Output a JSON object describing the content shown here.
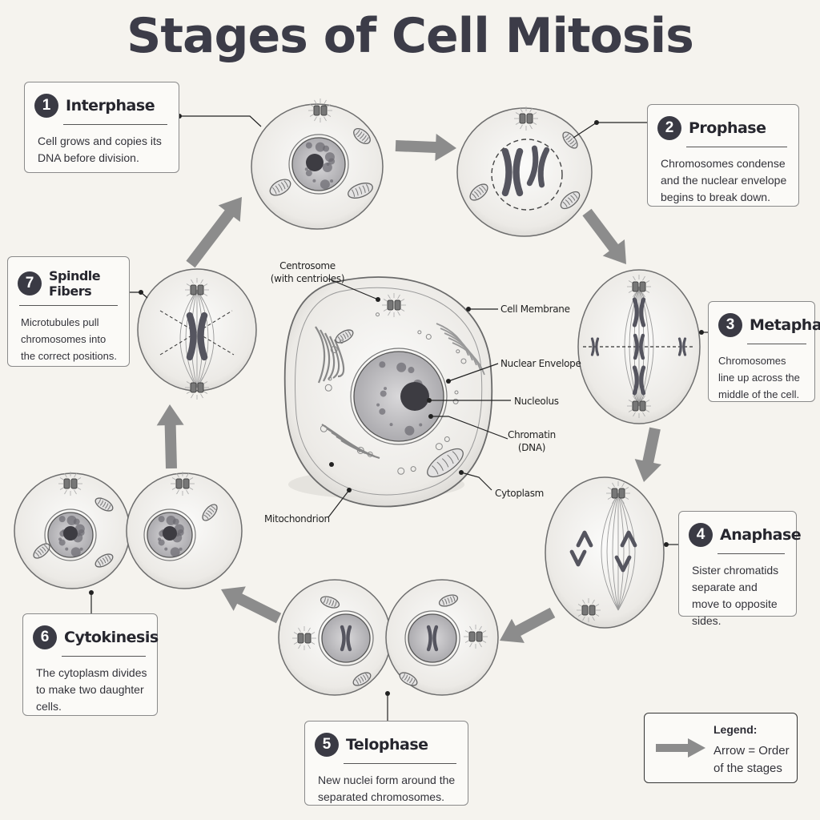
{
  "title": "Stages of Cell Mitosis",
  "stages": [
    {
      "number": "1",
      "name": "Interphase",
      "description": "Cell grows and copies its DNA before division."
    },
    {
      "number": "2",
      "name": "Prophase",
      "description": "Chromosomes condense and the nuclear envelope begins to break down."
    },
    {
      "number": "3",
      "name": "Metaphase",
      "description": "Chromosomes line up across the middle of the cell."
    },
    {
      "number": "4",
      "name": "Anaphase",
      "description": "Sister chromatids separate and move to opposite sides."
    },
    {
      "number": "5",
      "name": "Telophase",
      "description": "New nuclei form around the separated chromosomes."
    },
    {
      "number": "6",
      "name": "Cytokinesis",
      "description": "The cytoplasm divides to make two daughter cells."
    },
    {
      "number": "7",
      "name": "Spindle Fibers",
      "description": "Microtubules pull chromosomes into the correct positions."
    }
  ],
  "cell_labels": {
    "centrosome": "Centrosome\n(with centrioles)",
    "cell_membrane": "Cell Membrane",
    "nuclear_envelope": "Nuclear Envelope",
    "nucleolus": "Nucleolus",
    "chromatin": "Chromatin\n(DNA)",
    "cytoplasm": "Cytoplasm",
    "mitochondrion": "Mitochondrion"
  },
  "legend": {
    "title": "Legend:",
    "text": "Arrow = Order of the stages"
  },
  "colors": {
    "background": "#f5f3ee",
    "arrow": "#8c8c8c",
    "badge": "#3a3a44",
    "chromosome": "#55555f"
  }
}
